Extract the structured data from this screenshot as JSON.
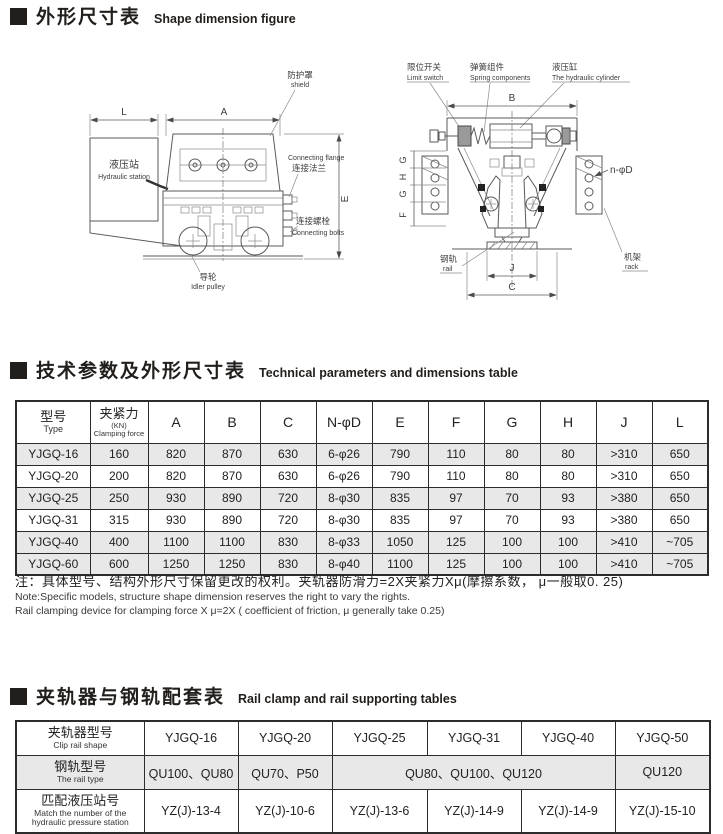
{
  "sections": {
    "s1": {
      "cn": "外形尺寸表",
      "en": "Shape dimension figure"
    },
    "s2": {
      "cn": "技术参数及外形尺寸表",
      "en": "Technical parameters and dimensions table"
    },
    "s3": {
      "cn": "夹轨器与钢轨配套表",
      "en": "Rail clamp and rail supporting tables"
    }
  },
  "drawing_left": {
    "dim_L": "L",
    "dim_A": "A",
    "dim_E": "E",
    "shield_cn": "防护罩",
    "shield_en": "shield",
    "hydraulic_cn": "液压站",
    "hydraulic_en": "Hydraulic station",
    "flange_en": "Connecting flange",
    "flange_cn": "连接法兰",
    "bolts_cn": "连接螺栓",
    "bolts_en": "Connecting bolts",
    "idler_cn": "导轮",
    "idler_en": "Idler pulley"
  },
  "drawing_right": {
    "limit_cn": "限位开关",
    "limit_en": "Limit switch",
    "spring_cn": "弹簧组件",
    "spring_en": "Spring components",
    "cylinder_cn": "液压缸",
    "cylinder_en": "The hydraulic cylinder",
    "dim_B": "B",
    "dim_J": "J",
    "dim_C": "C",
    "dim_nD": "n-φD",
    "chain_letters": [
      "G",
      "H",
      "G",
      "F"
    ],
    "rail_cn": "钢轨",
    "rail_en": "rail",
    "rack_cn": "机架",
    "rack_en": "rack"
  },
  "params_table": {
    "col_type": {
      "cn": "型号",
      "en": "Type"
    },
    "col_force": {
      "cn": "夹紧力",
      "sub1": "(KN)",
      "sub2": "Clamping force"
    },
    "dim_headers": [
      "A",
      "B",
      "C",
      "N-φD",
      "E",
      "F",
      "G",
      "H",
      "J",
      "L"
    ],
    "rows": [
      {
        "type": "YJGQ-16",
        "force": "160",
        "values": [
          "820",
          "870",
          "630",
          "6-φ26",
          "790",
          "110",
          "80",
          "80",
          ">310",
          "650"
        ]
      },
      {
        "type": "YJGQ-20",
        "force": "200",
        "values": [
          "820",
          "870",
          "630",
          "6-φ26",
          "790",
          "110",
          "80",
          "80",
          ">310",
          "650"
        ]
      },
      {
        "type": "YJGQ-25",
        "force": "250",
        "values": [
          "930",
          "890",
          "720",
          "8-φ30",
          "835",
          "97",
          "70",
          "93",
          ">380",
          "650"
        ]
      },
      {
        "type": "YJGQ-31",
        "force": "315",
        "values": [
          "930",
          "890",
          "720",
          "8-φ30",
          "835",
          "97",
          "70",
          "93",
          ">380",
          "650"
        ]
      },
      {
        "type": "YJGQ-40",
        "force": "400",
        "values": [
          "1100",
          "1100",
          "830",
          "8-φ33",
          "1050",
          "125",
          "100",
          "100",
          ">410",
          "~705"
        ]
      },
      {
        "type": "YJGQ-60",
        "force": "600",
        "values": [
          "1250",
          "1250",
          "830",
          "8-φ40",
          "1100",
          "125",
          "100",
          "100",
          ">410",
          "~705"
        ]
      }
    ]
  },
  "notes": {
    "cn": "注：具体型号、结构外形尺寸保留更改的权利。夹轨器防滑力=2X夹紧力Xμ(摩擦系数， μ一般取0. 25)",
    "en1": "Note:Specific models, structure shape dimension reserves the right to vary the rights.",
    "en2": "Rail clamping device for clamping force X μ=2X ( coefficient of friction, μ generally take 0.25)"
  },
  "match_table": {
    "rows": [
      {
        "label_cn": "夹轨器型号",
        "label_en": "Clip rail shape",
        "cells": [
          {
            "text": "YJGQ-16",
            "span": 1
          },
          {
            "text": "YJGQ-20",
            "span": 1
          },
          {
            "text": "YJGQ-25",
            "span": 1
          },
          {
            "text": "YJGQ-31",
            "span": 1
          },
          {
            "text": "YJGQ-40",
            "span": 1
          },
          {
            "text": "YJGQ-50",
            "span": 1
          }
        ]
      },
      {
        "label_cn": "钢轨型号",
        "label_en": "The rail type",
        "cells": [
          {
            "text": "QU100、QU80",
            "span": 1
          },
          {
            "text": "QU70、P50",
            "span": 1
          },
          {
            "text": "QU80、QU100、QU120",
            "span": 3
          },
          {
            "text": "QU120",
            "span": 1
          }
        ]
      },
      {
        "label_cn": "匹配液压站号",
        "label_en": "Match the number of the hydraulic pressure station",
        "cells": [
          {
            "text": "YZ(J)-13-4",
            "span": 1
          },
          {
            "text": "YZ(J)-10-6",
            "span": 1
          },
          {
            "text": "YZ(J)-13-6",
            "span": 1
          },
          {
            "text": "YZ(J)-14-9",
            "span": 1
          },
          {
            "text": "YZ(J)-14-9",
            "span": 1
          },
          {
            "text": "YZ(J)-15-10",
            "span": 1
          }
        ]
      }
    ]
  }
}
